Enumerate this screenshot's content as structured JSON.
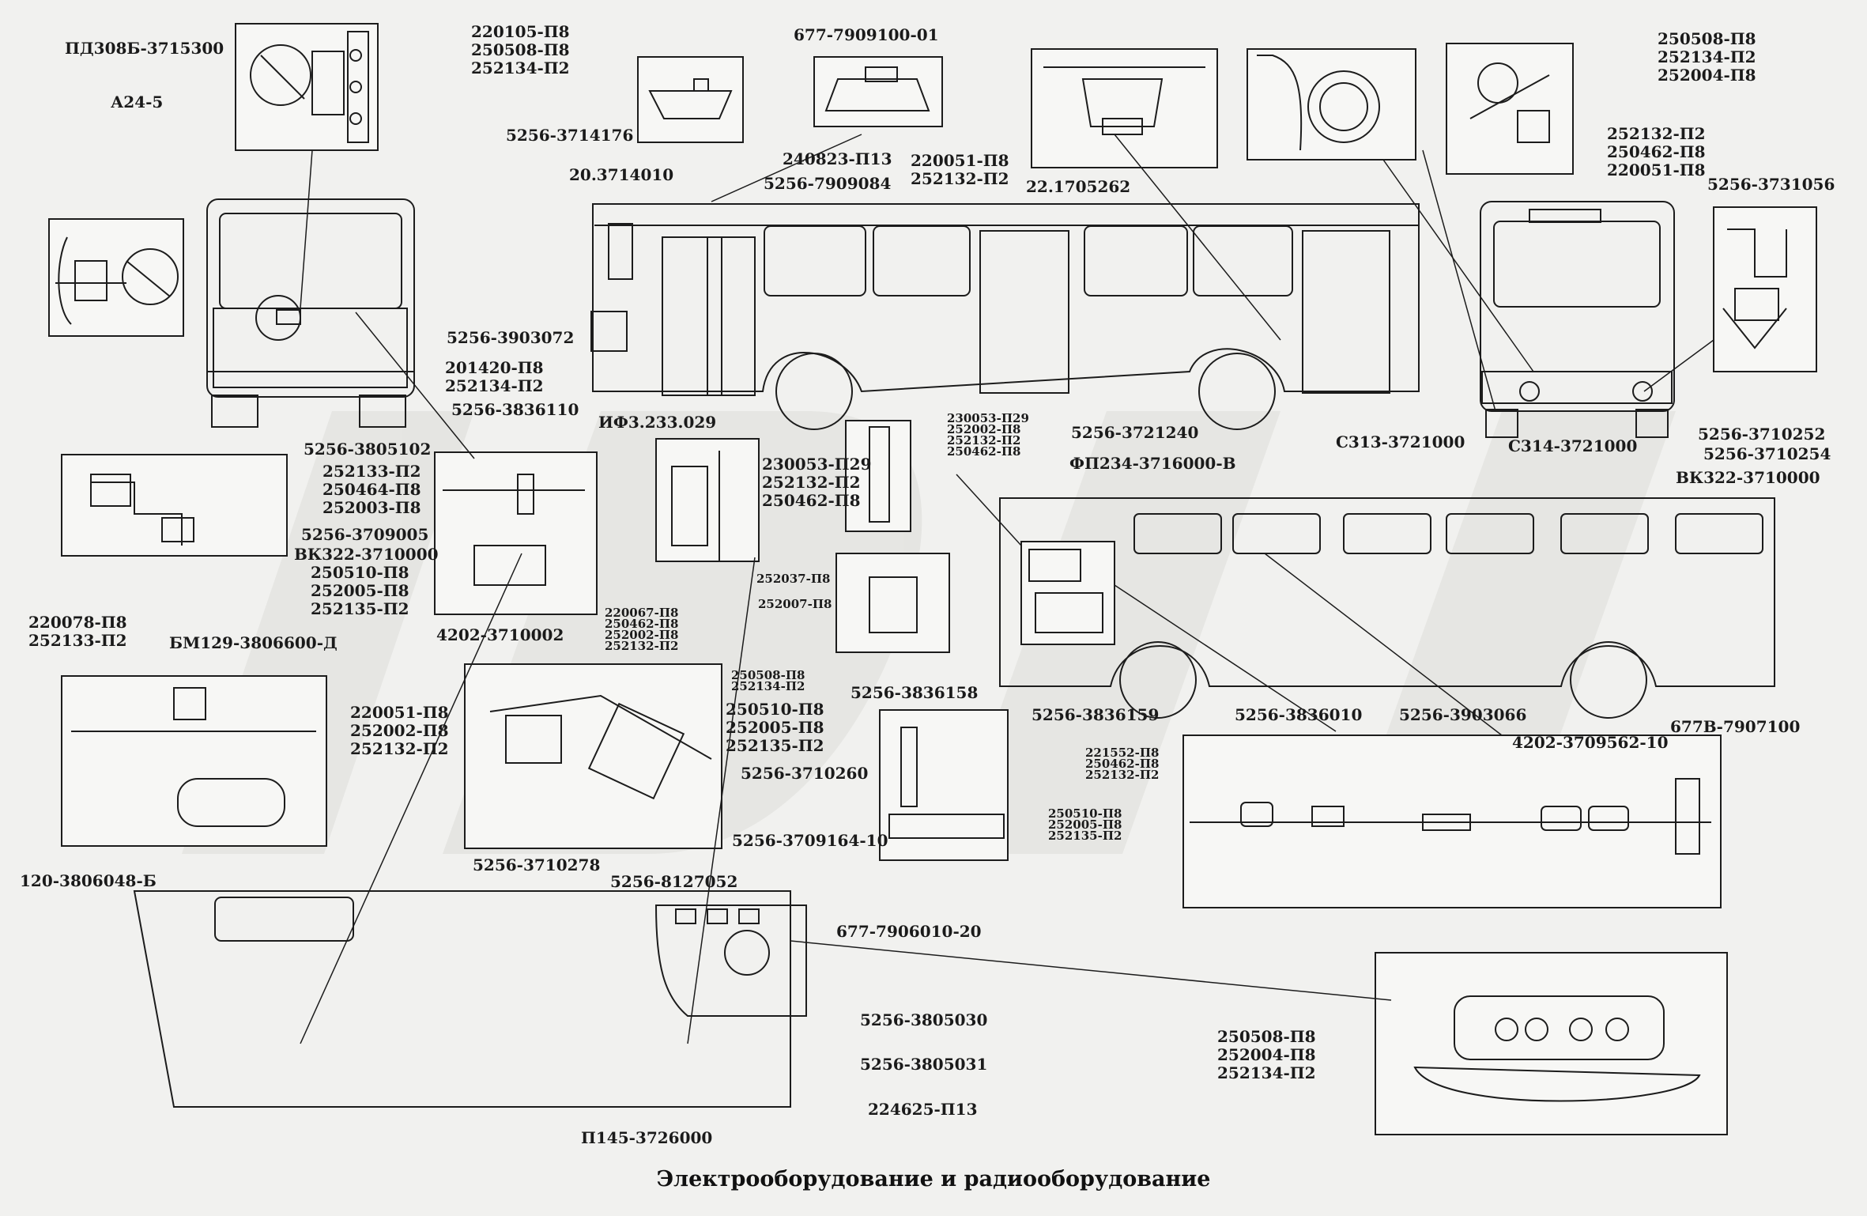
{
  "title": "Электрооборудование и радиооборудование",
  "labels": {
    "pd308b": "ПД308Б-3715300",
    "a24_5": "А24-5",
    "bolts_tl": "220105-П8\n250508-П8\n252134-П2",
    "p677_7909100": "677-7909100-01",
    "p5256_3714176": "5256-3714176",
    "p240823": "240823-П13",
    "p5256_7909084": "5256-7909084",
    "p20_3714010": "20.3714010",
    "bolts_vent": "220051-П8\n252132-П2",
    "p22_1705262": "22.1705262",
    "bolts_tr": "250508-П8\n252134-П2\n252004-П8",
    "bolts_tr2": "252132-П2\n250462-П8\n220051-П8",
    "p5256_3731056": "5256-3731056",
    "p5256_3903072": "5256-3903072",
    "bolts_201420": "201420-П8\n252134-П2",
    "p5256_3836110": "5256-3836110",
    "p5256_3805102": "5256-3805102",
    "if3": "ИФ3.233.029",
    "bolts_230053a": "230053-П29\n252002-П8\n252132-П2\n250462-П8",
    "bolts_230053b": "230053-П29\n252132-П2\n250462-П8",
    "p5256_3721240": "5256-3721240",
    "fp234": "ФП234-3716000-В",
    "c313": "С313-3721000",
    "c314": "С314-3721000",
    "p5256_3710252": "5256-3710252",
    "p5256_3710254": "5256-3710254",
    "vk322_r": "ВК322-3710000",
    "bolts_252133": "252133-П2\n250464-П8\n252003-П8",
    "p5256_3709005": "5256-3709005",
    "vk322_l": "ВК322-3710000",
    "bolts_250510a": "250510-П8\n252005-П8\n252135-П2",
    "p252037": "252037-П8",
    "p252007": "252007-П8",
    "p4202_3710002": "4202-3710002",
    "bolts_220067": "220067-П8\n250462-П8\n252002-П8\n252132-П2",
    "bolts_220078": "220078-П8\n252133-П2",
    "bm129": "БМ129-3806600-Д",
    "bolts_250508b": "250508-П8\n252134-П2",
    "bolts_250510b": "250510-П8\n252005-П8\n252135-П2",
    "p5256_3836158": "5256-3836158",
    "p5256_3836159": "5256-3836159",
    "p5256_3836010": "5256-3836010",
    "p5256_3903066": "5256-3903066",
    "p677v": "677В-7907100",
    "bolts_220051": "220051-П8\n252002-П8\n252132-П2",
    "p5256_3710260": "5256-3710260",
    "bolts_221552": "221552-П8\n250462-П8\n252132-П2",
    "p4202_3709562": "4202-3709562-10",
    "bolts_250510c": "250510-П8\n252005-П8\n252135-П2",
    "p120_3806048": "120-3806048-Б",
    "p5256_3710278": "5256-3710278",
    "p5256_3709164": "5256-3709164-10",
    "p5256_8127052": "5256-8127052",
    "p677_7906010": "677-7906010-20",
    "p5256_3805030": "5256-3805030",
    "p5256_3805031": "5256-3805031",
    "p224625": "224625-П13",
    "p145": "П145-3726000",
    "bolts_br": "250508-П8\n252004-П8\n252134-П2"
  }
}
